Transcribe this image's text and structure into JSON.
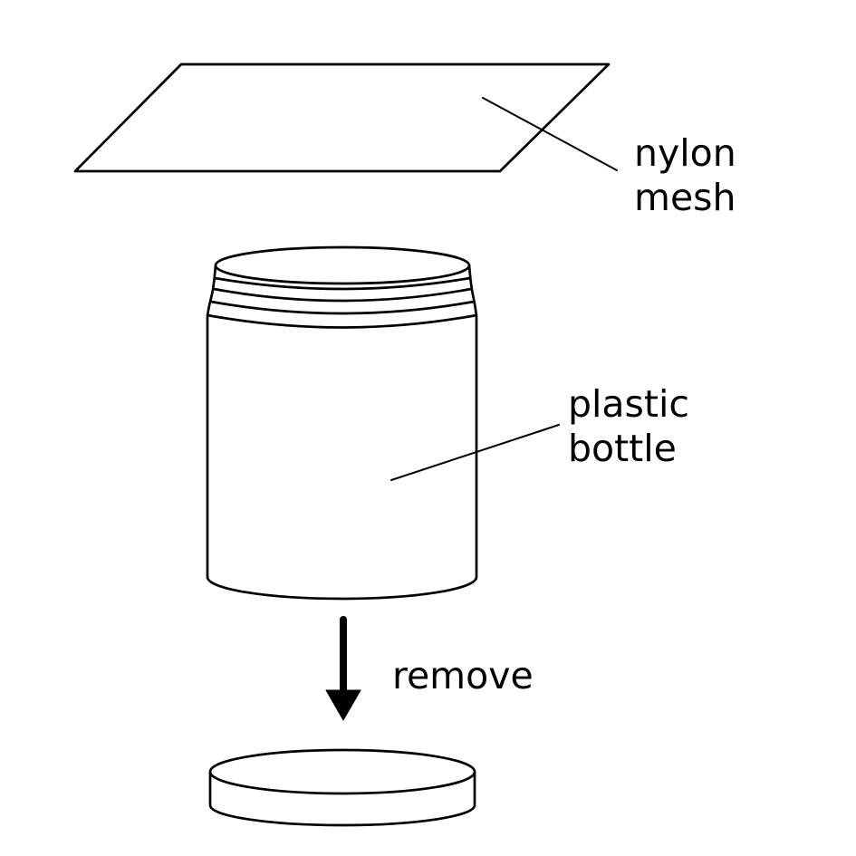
{
  "canvas": {
    "background_color": "#ffffff",
    "line_color": "#000000",
    "text_color": "#000000"
  },
  "labels": {
    "mesh": {
      "line1": "nylon",
      "line2": "mesh"
    },
    "bottle": {
      "line1": "plastic",
      "line2": "bottle"
    },
    "arrow": {
      "text": "remove"
    }
  }
}
